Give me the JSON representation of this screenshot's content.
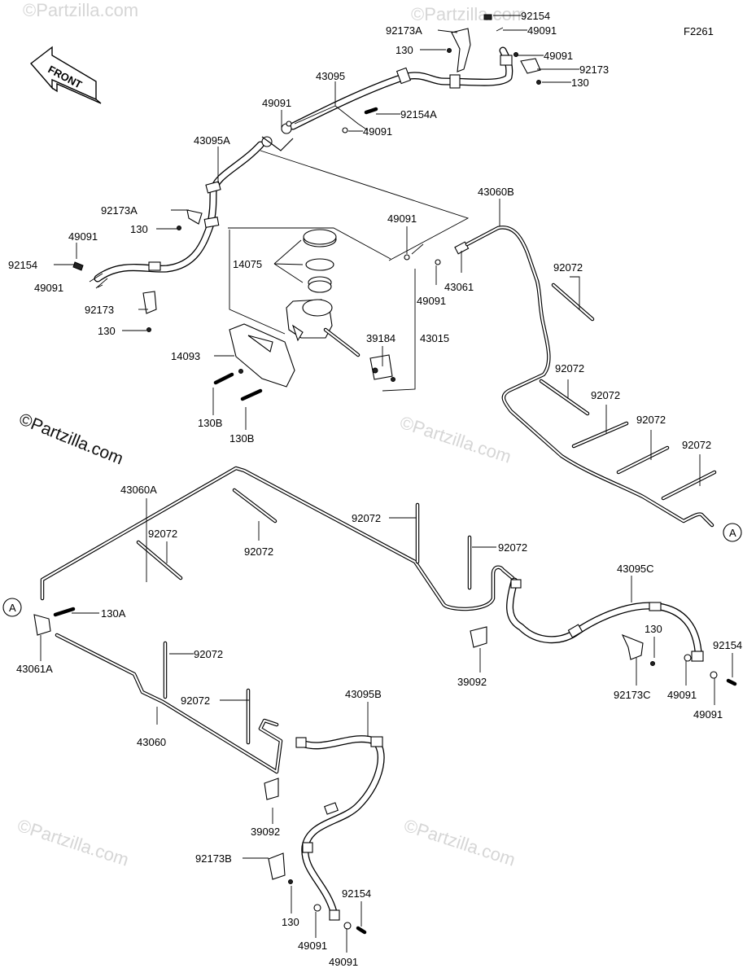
{
  "figure_code": "F2261",
  "front_label": "FRONT",
  "watermark": {
    "main": "©Partzilla.com",
    "faint": "©Partzilla.com"
  },
  "callouts": {
    "92154_top": "92154",
    "49091_top": "49091",
    "92173A_top": "92173A",
    "130_top": "130",
    "49091_top2": "49091",
    "92173_top": "92173",
    "130_top2": "130",
    "43095": "43095",
    "49091_a": "49091",
    "92154A": "92154A",
    "49091_b": "49091",
    "43095A": "43095A",
    "43060B": "43060B",
    "92173A_left": "92173A",
    "130_left": "130",
    "49091_c": "49091",
    "49091_left": "49091",
    "92154_left": "92154",
    "14075": "14075",
    "49091_left2": "49091",
    "43061": "43061",
    "49091_d": "49091",
    "92072_a": "92072",
    "92173_left": "92173",
    "130_left2": "130",
    "39184": "39184",
    "43015": "43015",
    "14093": "14093",
    "92072_b": "92072",
    "92072_c": "92072",
    "130B_a": "130B",
    "130B_b": "130B",
    "92072_d": "92072",
    "92072_e": "92072",
    "43060A": "43060A",
    "92072_f": "92072",
    "92072_g": "92072",
    "92072_h": "92072",
    "92072_i": "92072",
    "A_right": "A",
    "A_left": "A",
    "130A": "130A",
    "43061A": "43061A",
    "43095C": "43095C",
    "130_right": "130",
    "92154_right": "92154",
    "39092_right": "39092",
    "92173C": "92173C",
    "49091_right": "49091",
    "49091_right2": "49091",
    "92072_j": "92072",
    "92072_k": "92072",
    "43060": "43060",
    "43095B": "43095B",
    "39092_bottom": "39092",
    "92173B": "92173B",
    "130_bottom": "130",
    "92154_bottom": "92154",
    "49091_bottom": "49091",
    "49091_bottom2": "49091"
  }
}
